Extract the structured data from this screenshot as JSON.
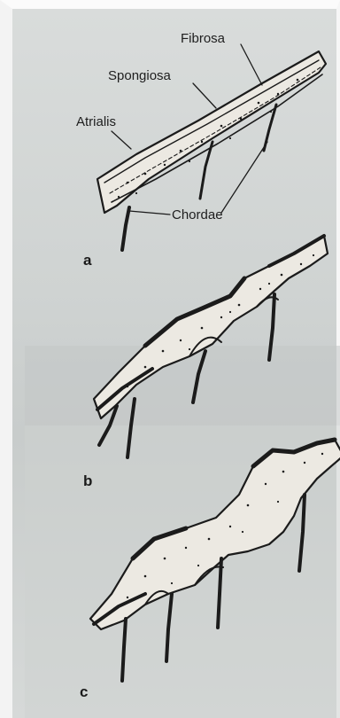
{
  "labels": {
    "fibrosa": "Fibrosa",
    "spongiosa": "Spongiosa",
    "atrialis": "Atrialis",
    "chordae": "Chordae"
  },
  "panels": {
    "a": "a",
    "b": "b",
    "c": "c"
  }
}
